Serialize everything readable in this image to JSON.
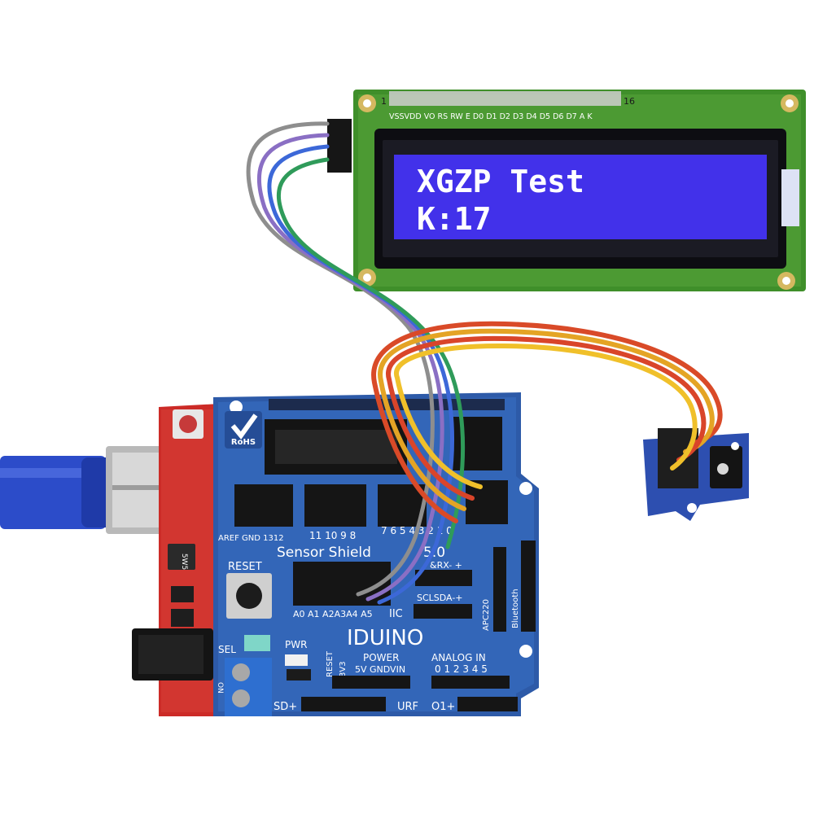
{
  "lcd": {
    "line1": "XGZP Test",
    "line2": "K:17",
    "pin_first": "1",
    "pin_last": "16",
    "pin_labels": "VSSVDD VO RS RW E D0 D1 D2 D3 D4 D5 D6 D7 A K",
    "backlight_color": "#3a28e6",
    "pcb_color": "#3f8f2a"
  },
  "shield": {
    "title": "Sensor Shield",
    "title_suffix": "5.0",
    "brand": "IDUINO",
    "rohs": "RoHS",
    "reset": "RESET",
    "pwr": "PWR",
    "sel": "SEL",
    "power": "POWER",
    "power_pins": "5V GNDVIN",
    "v33": "3V3",
    "reset_v": "RESET",
    "analog_in": "ANALOG IN",
    "analog_pins": "0 1 2 3 4 5",
    "analog_row": "A0 A1 A2A3A4 A5",
    "digital_left": "AREF GND 1312",
    "digital_mid": "11 10 9 8",
    "digital_right": "7 6 5 4 3 2 1 0",
    "iic": "IIC",
    "scl_sda": "SCLSDA-+",
    "rx_tx": "&RX- +",
    "apc220": "APC220",
    "bluetooth": "Bluetooth",
    "urf": "URF",
    "sd": "SD+",
    "o1": "O1+",
    "on": "ON",
    "pcb_color": "#2d5aa8"
  },
  "arduino": {
    "label_5ws": "5W5",
    "pcb_color": "#cc2b27"
  },
  "sensor": {
    "pcb_color": "#2d4fb0"
  },
  "cable": {
    "color": "#2c4cc9"
  }
}
